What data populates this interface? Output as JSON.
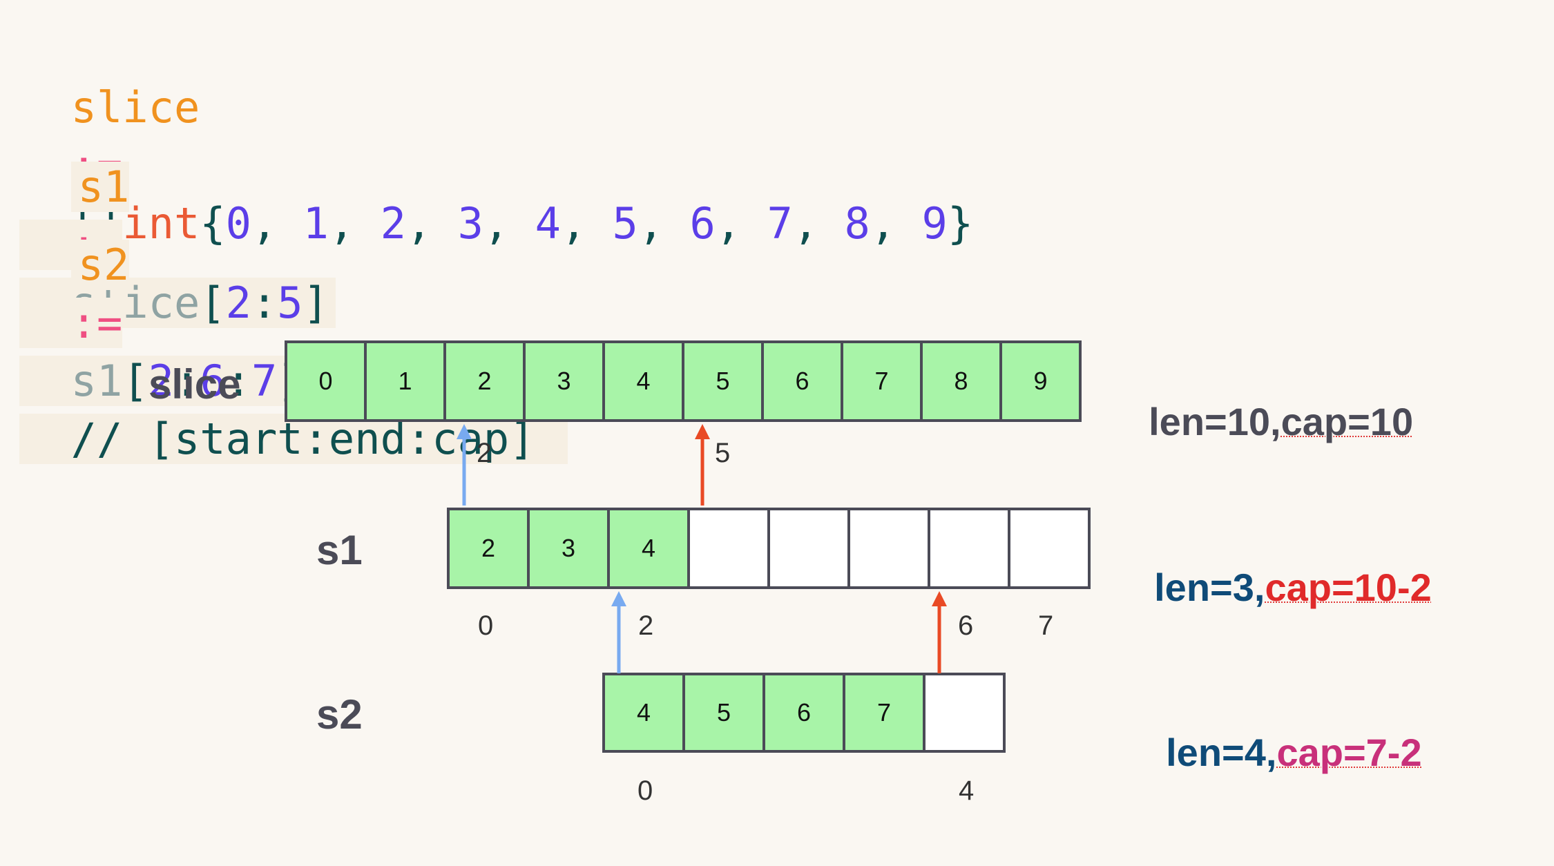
{
  "code": {
    "line1": {
      "var": "slice",
      "op": ":=",
      "lb": "[]",
      "kw": "int",
      "ob": "{",
      "items": [
        "0",
        "1",
        "2",
        "3",
        "4",
        "5",
        "6",
        "7",
        "8",
        "9"
      ],
      "cb": "}"
    },
    "line2": {
      "var": "s1",
      "op": ":=",
      "src": "slice",
      "lb": "[",
      "a": "2",
      "colon": ":",
      "b": "5",
      "rb": "]"
    },
    "line3": {
      "var": "s2",
      "op": ":=",
      "src": "s1",
      "lb": "[",
      "a": "2",
      "c1": ":",
      "b": "6",
      "c2": ":",
      "c": "7",
      "rb": "]",
      "comment": "// [start:end:cap]"
    }
  },
  "rows": {
    "slice": {
      "label": "slice",
      "cells": [
        "0",
        "1",
        "2",
        "3",
        "4",
        "5",
        "6",
        "7",
        "8",
        "9"
      ],
      "filled": 10
    },
    "s1": {
      "label": "s1",
      "cells": [
        "2",
        "3",
        "4",
        "",
        "",
        "",
        "",
        ""
      ],
      "filled": 3
    },
    "s2": {
      "label": "s2",
      "cells": [
        "4",
        "5",
        "6",
        "7",
        ""
      ],
      "filled": 4
    }
  },
  "pointers": {
    "slice_start": "2",
    "slice_end": "5",
    "s1_idx0": "0",
    "s1_start": "2",
    "s1_end": "6",
    "s1_cap": "7",
    "s2_idx0": "0",
    "s2_idx4": "4"
  },
  "stats": {
    "slice": {
      "len": "len=10,",
      "cap": "cap=10"
    },
    "s1": {
      "len": "len=3,",
      "cap": "cap=10-2"
    },
    "s2": {
      "len": "len=4,",
      "cap": "cap=7-2"
    }
  },
  "colors": {
    "background": "#faf7f2",
    "cell_fill": "#a8f4a8",
    "start_arrow": "#78aaf0",
    "end_arrow": "#e94a25",
    "len_blue": "#0f4b78",
    "cap_red": "#e02a2a",
    "cap_magenta": "#c8307a"
  }
}
